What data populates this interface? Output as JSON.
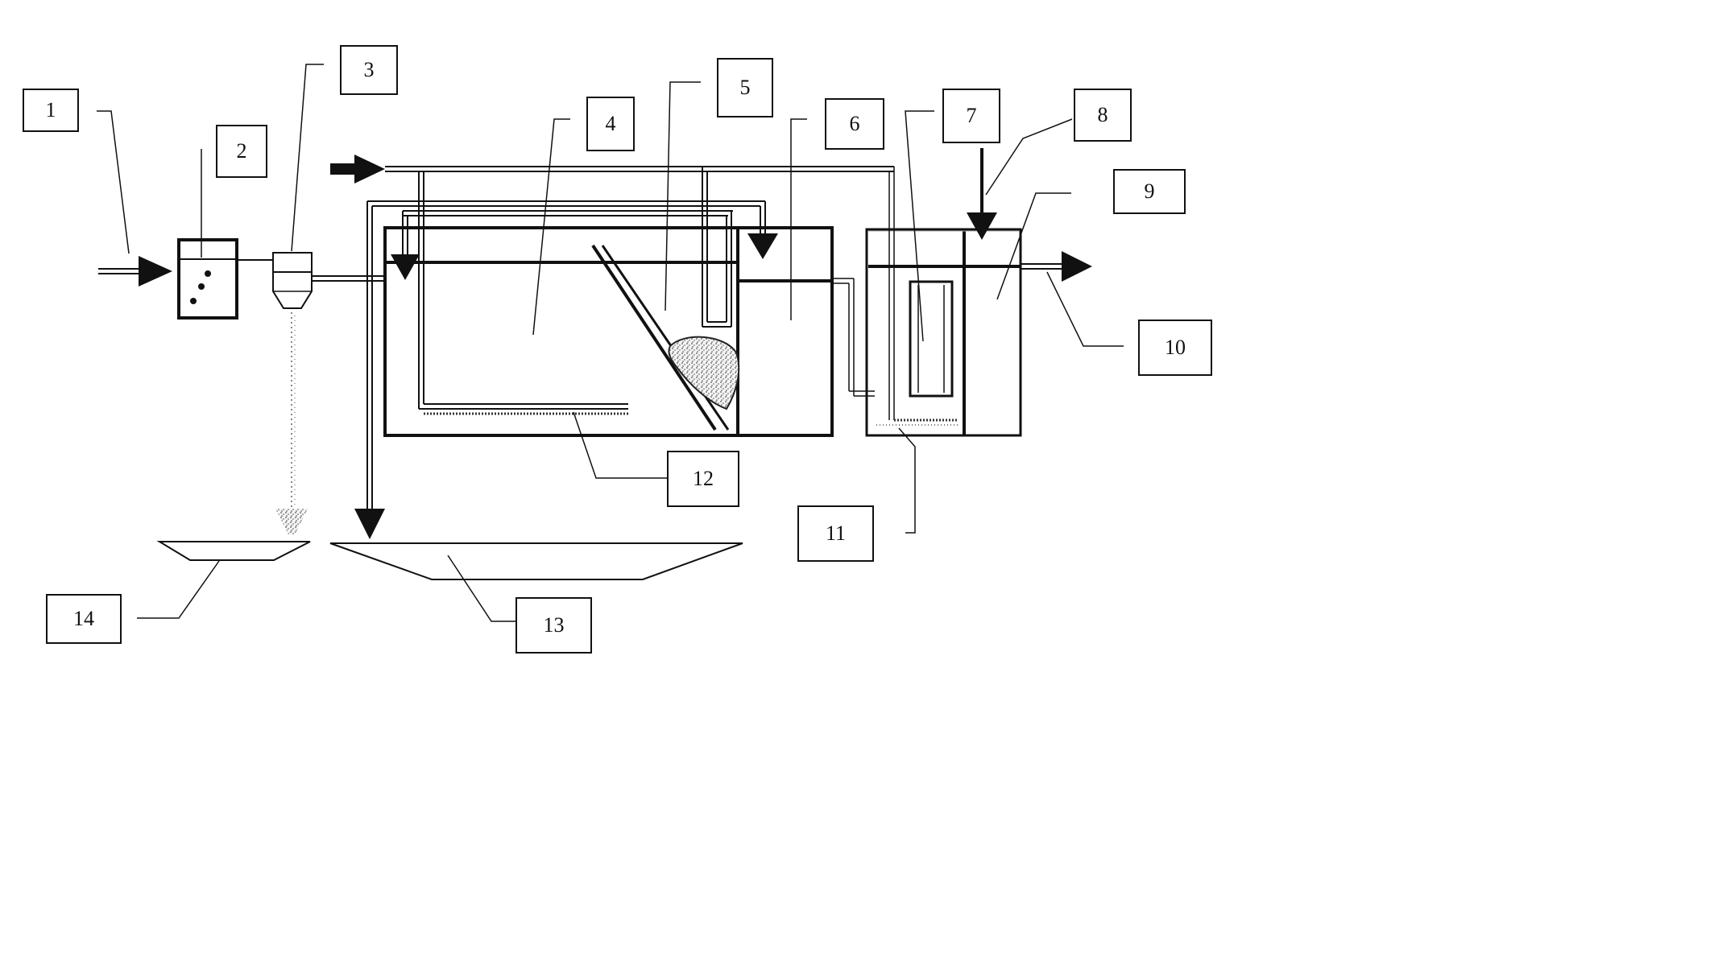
{
  "labels": {
    "l1": "1",
    "l2": "2",
    "l3": "3",
    "l4": "4",
    "l5": "5",
    "l6": "6",
    "l7": "7",
    "l8": "8",
    "l9": "9",
    "l10": "10",
    "l11": "11",
    "l12": "12",
    "l13": "13",
    "l14": "14"
  },
  "colors": {
    "ink": "#111111",
    "speckle": "#555555",
    "background": "#ffffff"
  }
}
